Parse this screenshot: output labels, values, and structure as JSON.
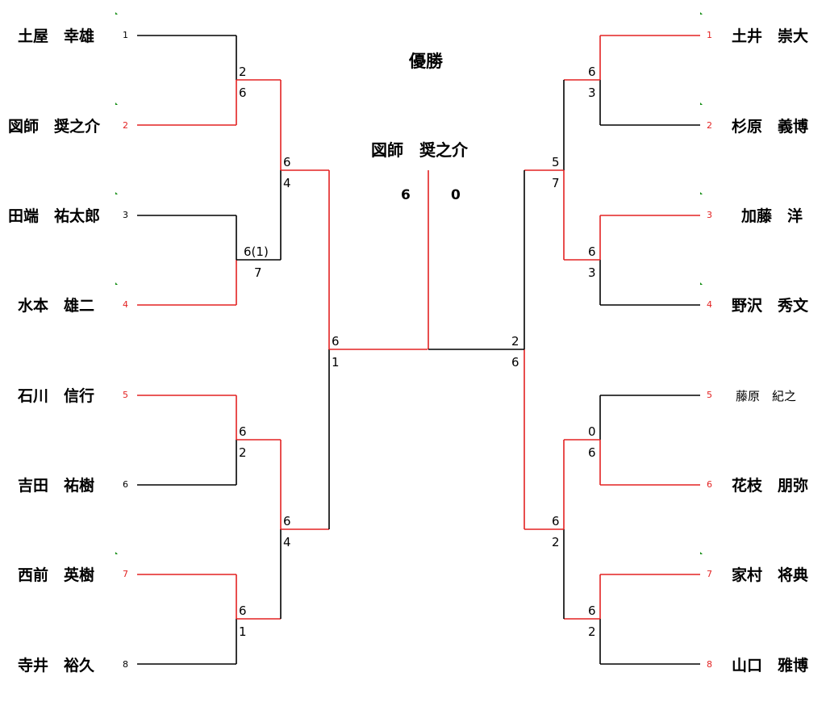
{
  "title": "優勝",
  "champion": {
    "name": "図師　奨之介",
    "score_left": "6",
    "score_right": "0"
  },
  "colors": {
    "winner": "#e32222",
    "line": "#000000",
    "mark": "#0a8a0a"
  },
  "left_players": [
    {
      "name": "土屋　幸雄",
      "seed": "1"
    },
    {
      "name": "図師　奨之介",
      "seed": "2"
    },
    {
      "name": "田端　祐太郎",
      "seed": "3"
    },
    {
      "name": "水本　雄二",
      "seed": "4"
    },
    {
      "name": "石川　信行",
      "seed": "5"
    },
    {
      "name": "吉田　祐樹",
      "seed": "6"
    },
    {
      "name": "西前　英樹",
      "seed": "7"
    },
    {
      "name": "寺井　裕久",
      "seed": "8"
    }
  ],
  "right_players": [
    {
      "name": "土井　崇大",
      "seed": "1"
    },
    {
      "name": "杉原　義博",
      "seed": "2"
    },
    {
      "name": "加藤　洋",
      "seed": "3"
    },
    {
      "name": "野沢　秀文",
      "seed": "4"
    },
    {
      "name": "藤原　紀之",
      "seed": "5"
    },
    {
      "name": "花枝　朋弥",
      "seed": "6"
    },
    {
      "name": "家村　将典",
      "seed": "7"
    },
    {
      "name": "山口　雅博",
      "seed": "8"
    }
  ],
  "left_scores": {
    "r1m1": [
      "2",
      "6"
    ],
    "r1m2": [
      "6(1)",
      "7"
    ],
    "r1m3": [
      "6",
      "2"
    ],
    "r1m4": [
      "6",
      "1"
    ],
    "r2m1": [
      "6",
      "4"
    ],
    "r2m2": [
      "6",
      "4"
    ],
    "sf": [
      "6",
      "1"
    ]
  },
  "right_scores": {
    "r1m1": [
      "6",
      "3"
    ],
    "r1m2": [
      "6",
      "3"
    ],
    "r1m3": [
      "0",
      "6"
    ],
    "r1m4": [
      "6",
      "2"
    ],
    "r2m1": [
      "5",
      "7"
    ],
    "r2m2": [
      "6",
      "2"
    ],
    "sf": [
      "2",
      "6"
    ]
  }
}
